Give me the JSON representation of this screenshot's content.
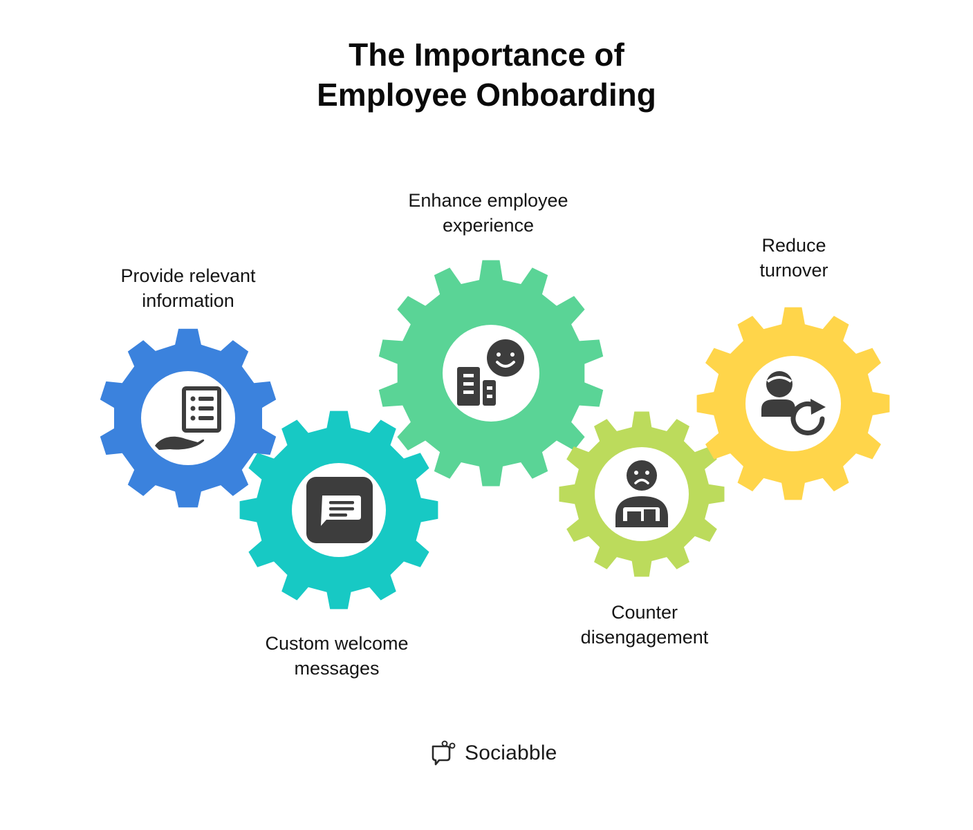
{
  "title": {
    "line1": "The Importance of",
    "line2": "Employee Onboarding"
  },
  "gears": [
    {
      "id": "provide-info",
      "label_line1": "Provide relevant",
      "label_line2": "information",
      "color": "#3B82DD",
      "icon": "hand-document-icon"
    },
    {
      "id": "welcome-messages",
      "label_line1": "Custom welcome",
      "label_line2": "messages",
      "color": "#17C9C4",
      "icon": "chat-message-icon"
    },
    {
      "id": "employee-experience",
      "label_line1": "Enhance employee",
      "label_line2": "experience",
      "color": "#5AD496",
      "icon": "building-smiley-icon"
    },
    {
      "id": "counter-disengagement",
      "label_line1": "Counter",
      "label_line2": "disengagement",
      "color": "#BCDB5C",
      "icon": "sad-person-desk-icon"
    },
    {
      "id": "reduce-turnover",
      "label_line1": "Reduce",
      "label_line2": "turnover",
      "color": "#FFD54A",
      "icon": "person-refresh-icon"
    }
  ],
  "colors": {
    "icon": "#3d3d3d",
    "gear_center": "#ffffff"
  },
  "brand": {
    "name": "Sociabble",
    "icon": "chat-bubbles-logo-icon"
  }
}
